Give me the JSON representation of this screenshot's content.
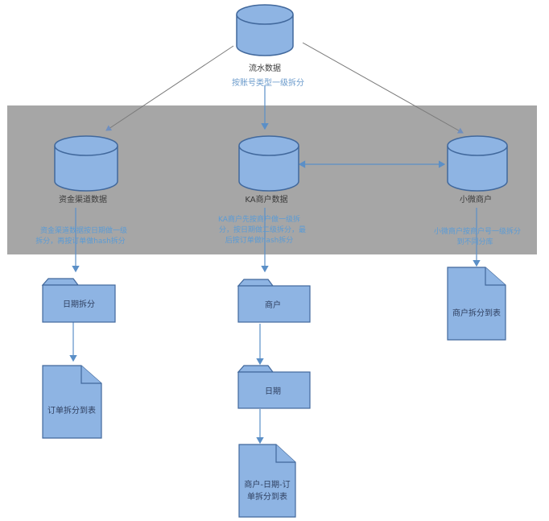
{
  "diagram": {
    "region_color": "#a6a6a6",
    "shape_fill": "#8eb4e3",
    "shape_stroke": "#41689c",
    "line_color": "#7f8fa6",
    "blue_line_color": "#5b8fc7",
    "nodes": {
      "source": {
        "label": "流水数据",
        "note": "按账号类型一级拆分"
      },
      "fund_channel": {
        "label": "资金渠道数据",
        "note_lines": [
          "资金渠道数据按日期做一级",
          "拆分，再按订单做hash拆分"
        ]
      },
      "ka_merchant": {
        "label": "KA商户数据",
        "note_lines": [
          "KA商户先按商户做一级拆",
          "分，按日期做二级拆分，最",
          "后按订单做hash拆分"
        ]
      },
      "micro_merchant": {
        "label": "小微商户",
        "note_lines": [
          "小微商户按商户号一级拆分",
          "到不同分库"
        ]
      },
      "date_split": {
        "label": "日期拆分"
      },
      "order_split_table": {
        "label": "订单拆分到表"
      },
      "merchant_folder": {
        "label": "商户"
      },
      "date_folder": {
        "label": "日期"
      },
      "merchant_date_order_table": {
        "label_lines": [
          "商户-日期-订",
          "单拆分到表"
        ]
      },
      "merchant_split_table": {
        "label": "商户拆分到表"
      }
    }
  }
}
